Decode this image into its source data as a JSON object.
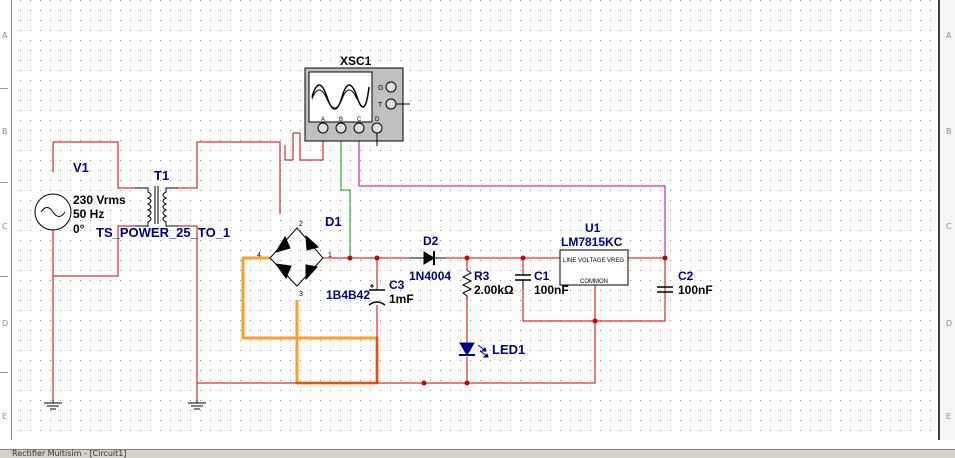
{
  "rulers": {
    "left_letters": [
      "A",
      "B",
      "C",
      "D",
      "E"
    ],
    "right_letters": [
      "A",
      "B",
      "C",
      "D",
      "E"
    ]
  },
  "taskbar": {
    "label": "Rectifier  Multisim - [Circuit1]"
  },
  "components": {
    "v1": {
      "ref": "V1",
      "voltage": "230 Vrms",
      "frequency": "50 Hz",
      "phase": "0°"
    },
    "t1": {
      "ref": "T1",
      "model": "TS_POWER_25_TO_1"
    },
    "d1": {
      "ref": "D1",
      "model": "1B4B42",
      "pins": [
        "2",
        "4",
        "1",
        "3"
      ]
    },
    "c3": {
      "ref": "C3",
      "value": "1mF"
    },
    "d2": {
      "ref": "D2",
      "model": "1N4004"
    },
    "r3": {
      "ref": "R3",
      "value": "2.00kΩ"
    },
    "led1": {
      "ref": "LED1"
    },
    "u1": {
      "ref": "U1",
      "model": "LM7815KC",
      "pin_line": "LINE VOLTAGE",
      "pin_vreg": "VREG",
      "pin_common": "COMMON"
    },
    "c1": {
      "ref": "C1",
      "value": "100nF"
    },
    "c2": {
      "ref": "C2",
      "value": "100nF"
    },
    "xsc1": {
      "ref": "XSC1",
      "channels": [
        "A",
        "B",
        "C",
        "D"
      ],
      "trigger": [
        "G",
        "T"
      ]
    }
  },
  "colors": {
    "wire": "#cc0000",
    "probe_b": "#00a000",
    "probe_c": "#b000b0",
    "highlight": "#f5a030",
    "label": "#000080",
    "component": "#000000"
  }
}
